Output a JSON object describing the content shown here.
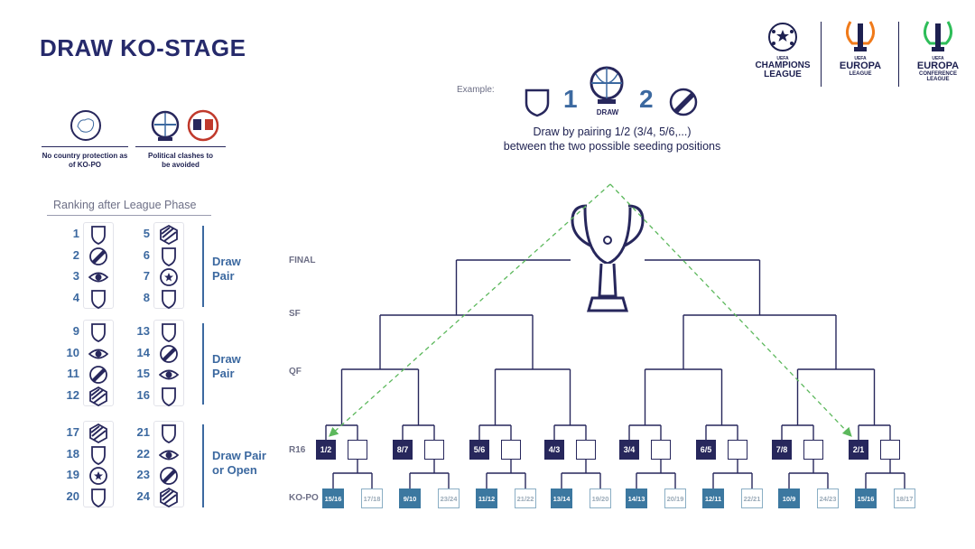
{
  "title": "DRAW KO-STAGE",
  "logos": {
    "ucl_top": "UEFA",
    "ucl_line1": "CHAMPIONS",
    "ucl_line2": "LEAGUE",
    "uel_top": "UEFA",
    "uel_line1": "EUROPA",
    "uel_line2": "LEAGUE",
    "uecl_top": "UEFA",
    "uecl_line1": "EUROPA",
    "uecl_line2": "CONFERENCE",
    "uecl_line3": "LEAGUE"
  },
  "rules": {
    "no_protection": "No country protection as of KO-PO",
    "political": "Political clashes to be avoided"
  },
  "example": {
    "label": "Example:",
    "num1": "1",
    "num2": "2",
    "draw": "DRAW",
    "line1": "Draw by pairing 1/2 (3/4, 5/6,...)",
    "line2": "between the two possible seeding positions"
  },
  "ranking": {
    "title": "Ranking after League Phase",
    "groups": [
      {
        "label_line1": "Draw",
        "label_line2": "Pair"
      },
      {
        "label_line1": "Draw",
        "label_line2": "Pair"
      },
      {
        "label_line1": "Draw Pair",
        "label_line2": "or Open"
      }
    ],
    "numbers": [
      "1",
      "2",
      "3",
      "4",
      "5",
      "6",
      "7",
      "8",
      "9",
      "10",
      "11",
      "12",
      "13",
      "14",
      "15",
      "16",
      "17",
      "18",
      "19",
      "20",
      "21",
      "22",
      "23",
      "24"
    ]
  },
  "stages": {
    "final": "FINAL",
    "sf": "SF",
    "qf": "QF",
    "r16": "R16",
    "kopo": "KO-PO"
  },
  "r16_seeds": [
    "1/2",
    "8/7",
    "5/6",
    "4/3",
    "3/4",
    "6/5",
    "7/8",
    "2/1"
  ],
  "kopo_pairs": [
    [
      "15/16",
      "17/18"
    ],
    [
      "9/10",
      "23/24"
    ],
    [
      "11/12",
      "21/22"
    ],
    [
      "13/14",
      "19/20"
    ],
    [
      "14/13",
      "20/19"
    ],
    [
      "12/11",
      "22/21"
    ],
    [
      "10/9",
      "24/23"
    ],
    [
      "15/16",
      "18/17"
    ]
  ],
  "colors": {
    "navy": "#27275c",
    "blue": "#3c69a0",
    "teal": "#3c78a0",
    "green": "#5cb85c",
    "grey": "#6d6f86"
  }
}
